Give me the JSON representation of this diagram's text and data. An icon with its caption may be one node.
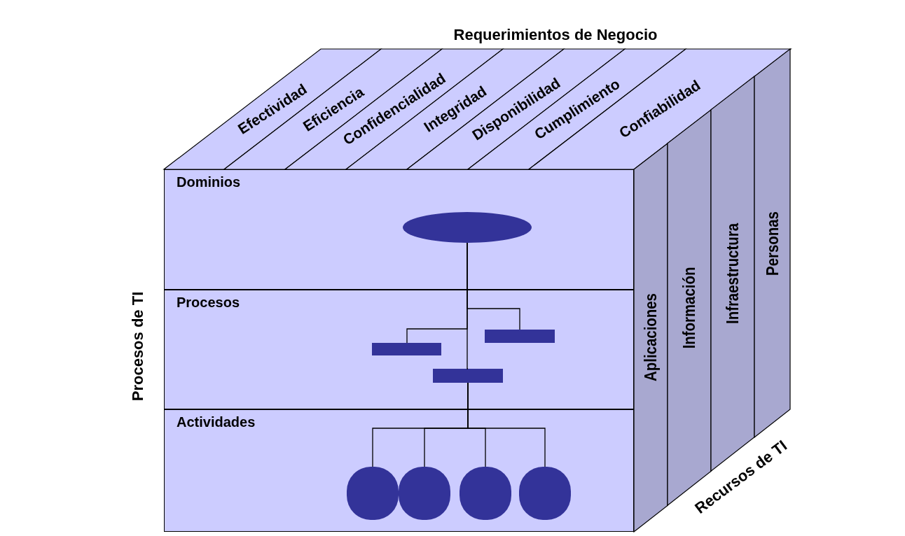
{
  "diagram": {
    "nodes": [
      {
        "text": [
          "Dominios"
        ]
      },
      {
        "text": [
          "Procesos"
        ]
      },
      {
        "text": [
          "Actividades"
        ]
      },
      {
        "text": [
          "Efectividad"
        ]
      },
      {
        "text": [
          "Eficiencia"
        ]
      },
      {
        "text": [
          "Confidencialidad"
        ]
      },
      {
        "text": [
          "Integridad"
        ]
      },
      {
        "text": [
          "Disponibilidad"
        ]
      },
      {
        "text": [
          "Cumplimiento"
        ]
      },
      {
        "text": [
          "Confiabilidad"
        ]
      },
      {
        "text": [
          "Aplicaciones"
        ]
      },
      {
        "text": [
          "Información"
        ]
      },
      {
        "text": [
          "Infraestructura"
        ]
      },
      {
        "text": [
          "Personas"
        ]
      },
      {
        "text": [],
        "shape": "ellipse",
        "in": 0
      },
      {
        "text": [],
        "shape": "bar",
        "in": 1
      },
      {
        "text": [],
        "shape": "bar",
        "in": 1
      },
      {
        "text": [],
        "shape": "bar",
        "in": 1
      },
      {
        "text": [],
        "shape": "circle",
        "in": 2
      },
      {
        "text": [],
        "shape": "circle",
        "in": 2
      },
      {
        "text": [],
        "shape": "circle",
        "in": 2
      },
      {
        "text": [],
        "shape": "circle",
        "in": 2
      }
    ],
    "edges": [
      {
        "from": 14,
        "to": 15,
        "arrow": "none"
      },
      {
        "from": 14,
        "to": 16,
        "arrow": "none"
      },
      {
        "from": 14,
        "to": 17,
        "arrow": "none"
      },
      {
        "from": 16,
        "to": 18,
        "arrow": "none"
      },
      {
        "from": 16,
        "to": 19,
        "arrow": "none"
      },
      {
        "from": 16,
        "to": 20,
        "arrow": "none"
      },
      {
        "from": 16,
        "to": 21,
        "arrow": "none"
      }
    ],
    "labels": [
      "Requerimientos de Negocio",
      "Procesos de TI",
      "Recursos de TI"
    ]
  }
}
